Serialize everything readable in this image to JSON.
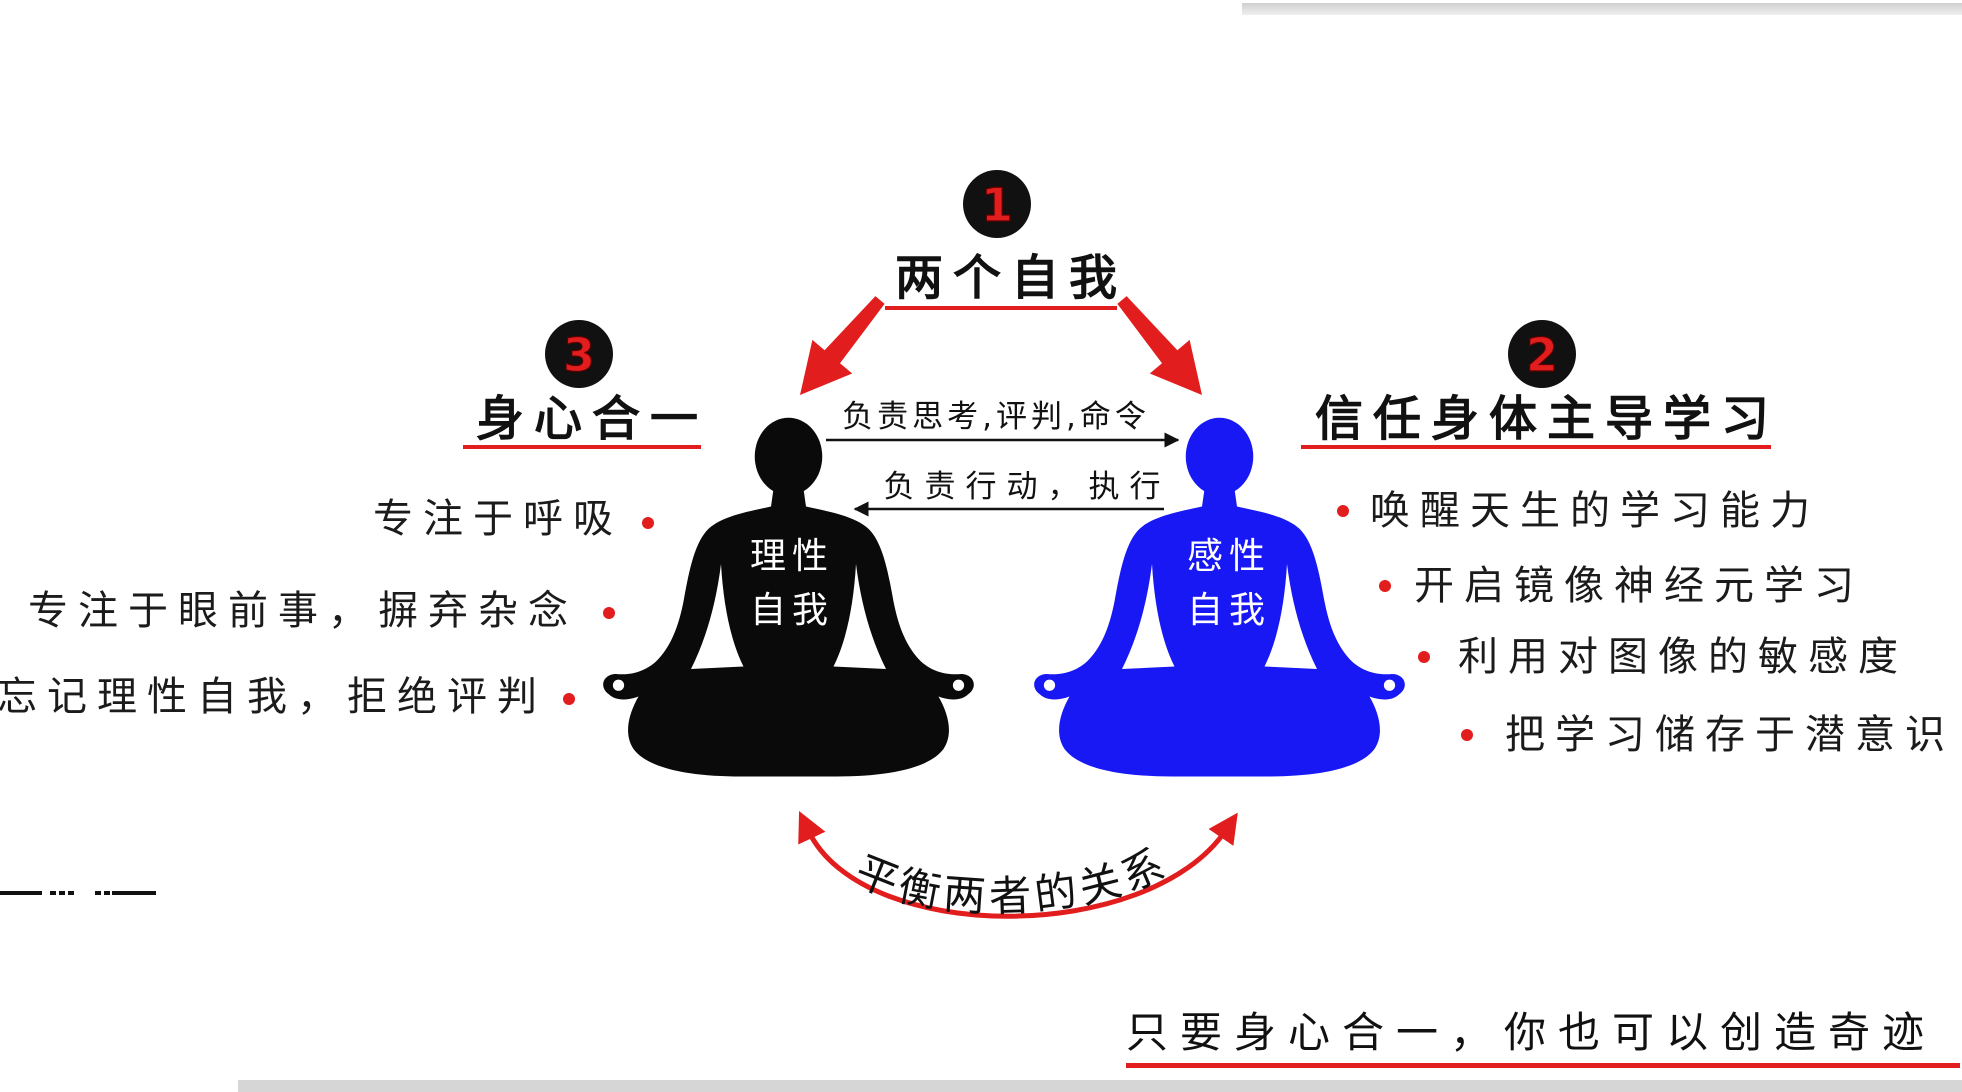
{
  "colors": {
    "accent": "#e21d1d",
    "rational_figure": "#0a0a0a",
    "sensual_figure": "#1818f5",
    "badge": "#111111",
    "text": "#1b1b1b",
    "figure_label": "#ffffff"
  },
  "two_selves": {
    "badge": "1",
    "title": "两个自我"
  },
  "mind_body": {
    "badge": "3",
    "title": "身心合一",
    "bullets": [
      "专注于呼吸",
      "专注于眼前事，摒弃杂念",
      "忘记理性自我，拒绝评判"
    ]
  },
  "trust_body": {
    "badge": "2",
    "title": "信任身体主导学习",
    "bullets": [
      "唤醒天生的学习能力",
      "开启镜像神经元学习",
      "利用对图像的敏感度",
      "把学习储存于潜意识"
    ]
  },
  "rational_self": {
    "line1": "理性",
    "line2": "自我"
  },
  "sensual_self": {
    "line1": "感性",
    "line2": "自我"
  },
  "flows": {
    "to_sensual": "负责思考,评判,命令",
    "to_rational": "负责行动，执行"
  },
  "balance": "平衡两者的关系",
  "slogan": "只要身心合一，你也可以创造奇迹"
}
